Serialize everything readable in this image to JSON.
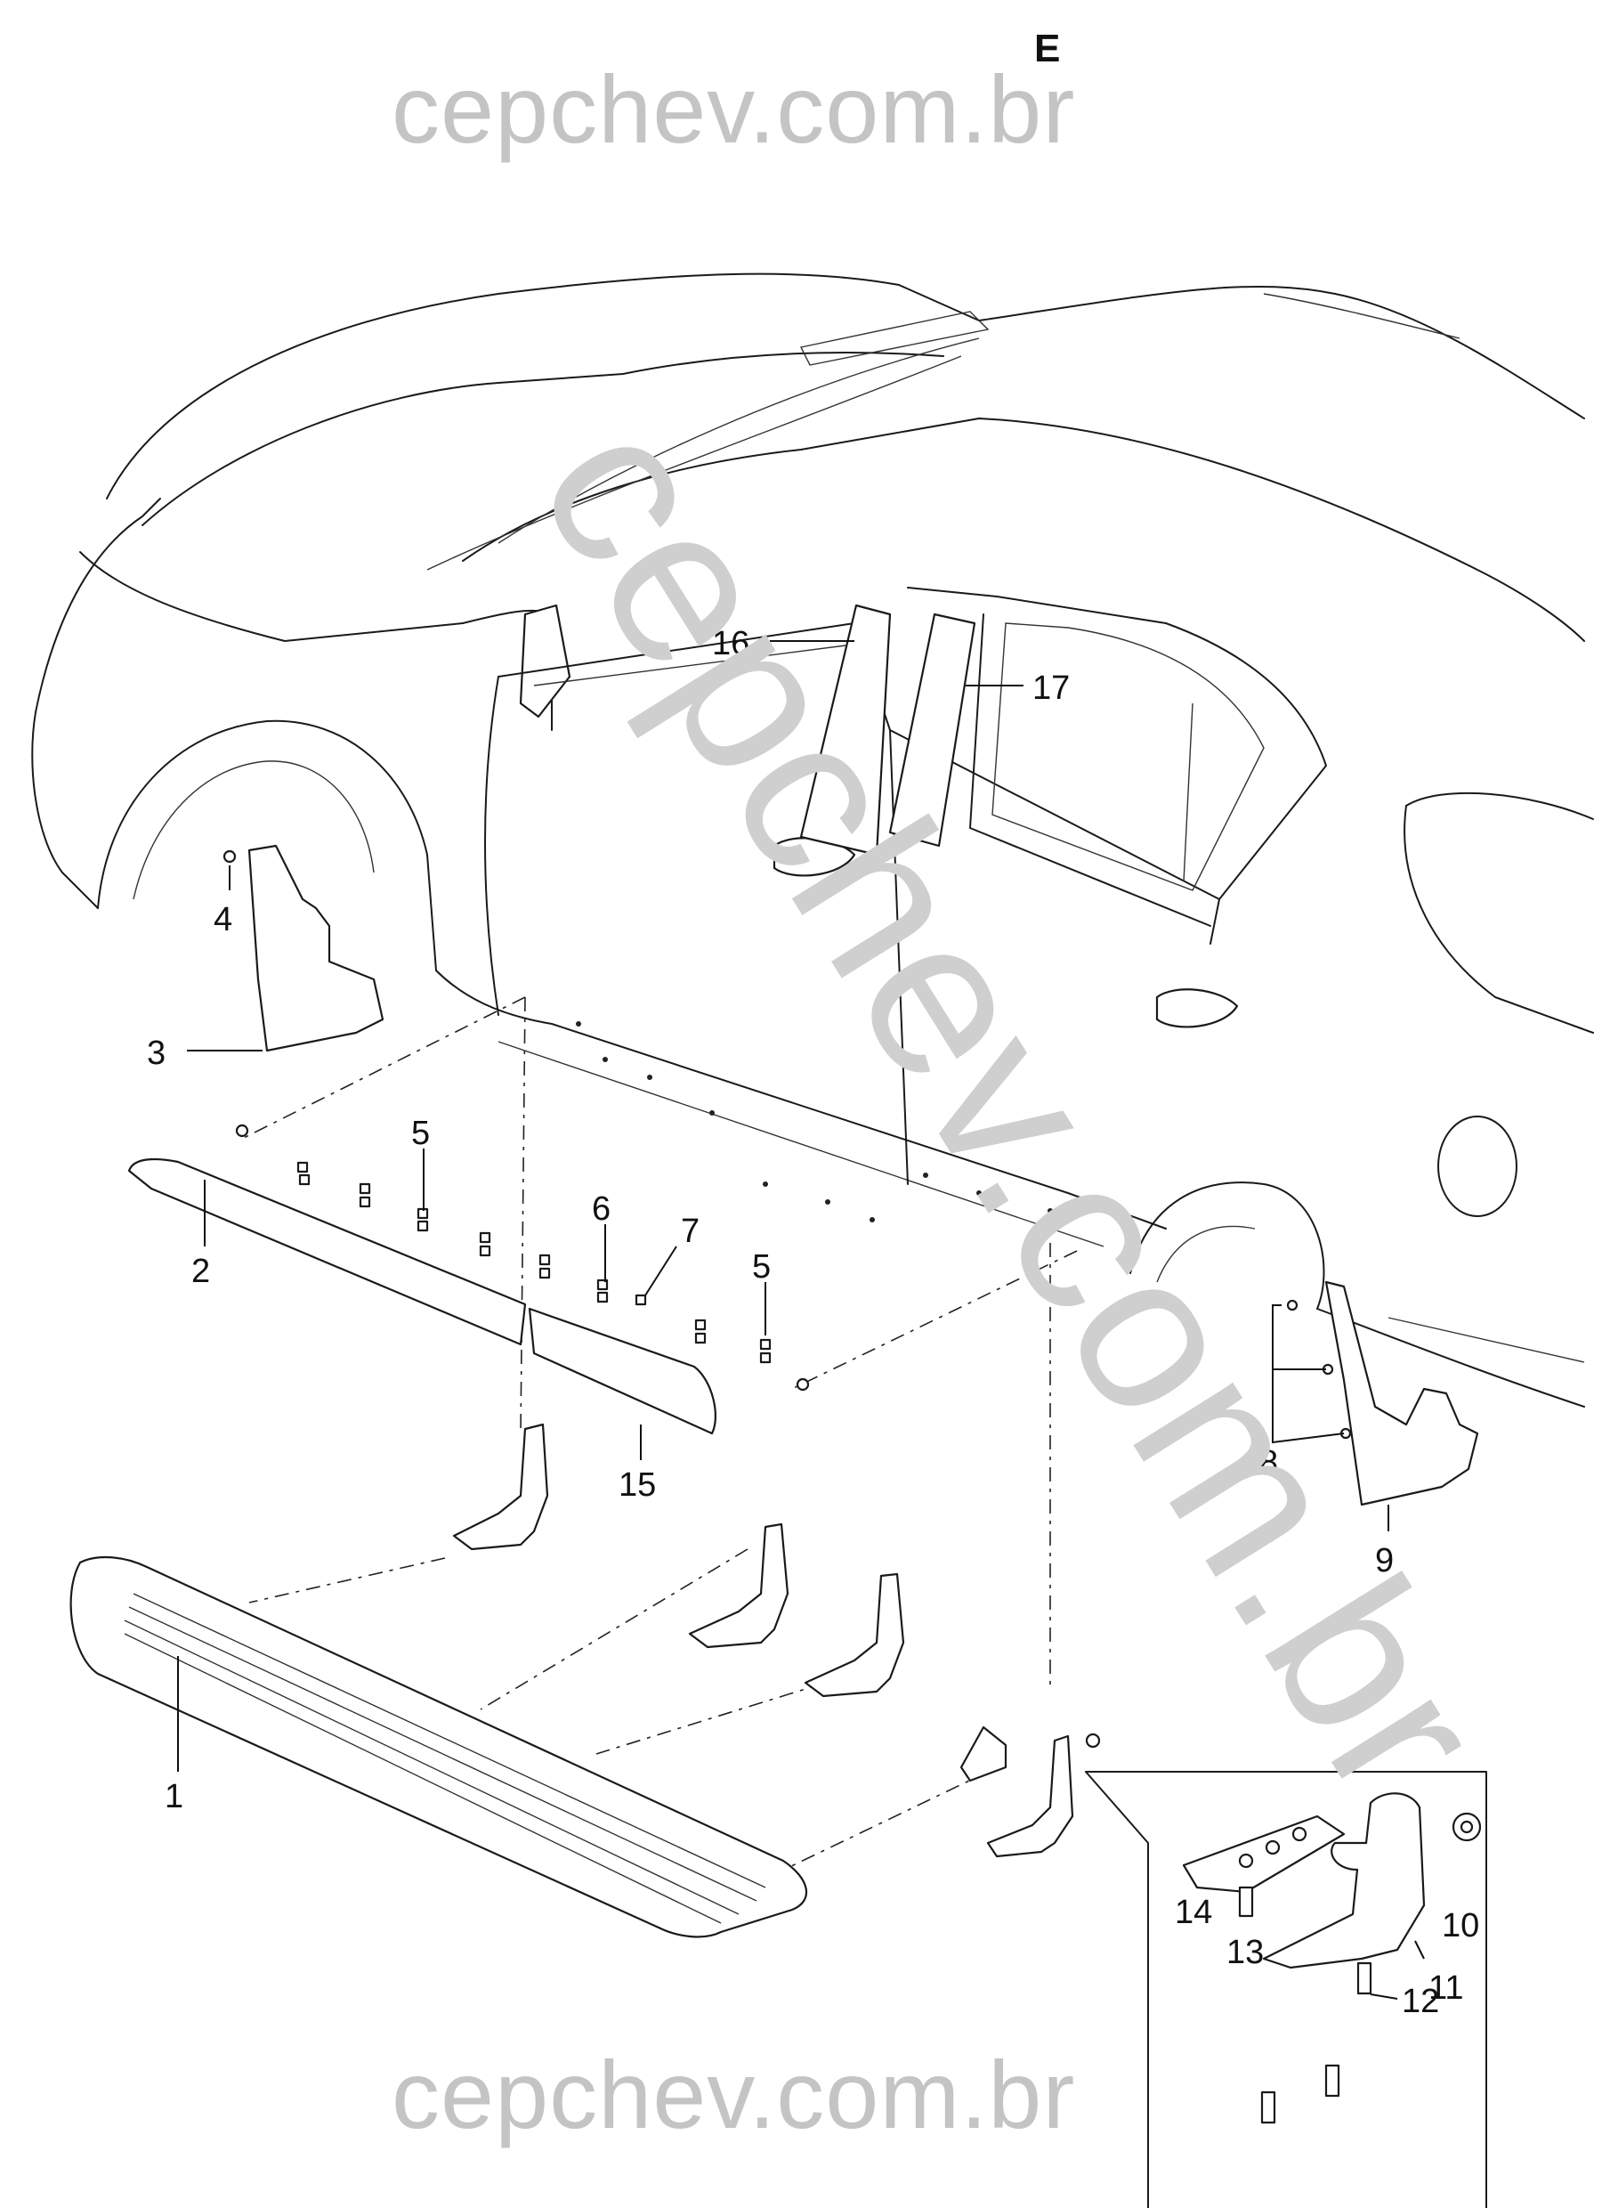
{
  "page": {
    "section_letter": "E",
    "watermark_top": "cepchev.com.br",
    "watermark_diagonal": "cepchev.com.br",
    "watermark_bottom": "cepchev.com.br"
  },
  "callouts": [
    {
      "id": "1",
      "label": "1"
    },
    {
      "id": "2",
      "label": "2"
    },
    {
      "id": "3",
      "label": "3"
    },
    {
      "id": "4",
      "label": "4"
    },
    {
      "id": "5a",
      "label": "5"
    },
    {
      "id": "5b",
      "label": "5"
    },
    {
      "id": "6",
      "label": "6"
    },
    {
      "id": "7",
      "label": "7"
    },
    {
      "id": "8",
      "label": "8"
    },
    {
      "id": "9",
      "label": "9"
    },
    {
      "id": "10",
      "label": "10"
    },
    {
      "id": "11",
      "label": "11"
    },
    {
      "id": "12",
      "label": "12"
    },
    {
      "id": "13",
      "label": "13"
    },
    {
      "id": "14",
      "label": "14"
    },
    {
      "id": "15",
      "label": "15"
    },
    {
      "id": "16",
      "label": "16"
    },
    {
      "id": "17",
      "label": "17"
    }
  ]
}
